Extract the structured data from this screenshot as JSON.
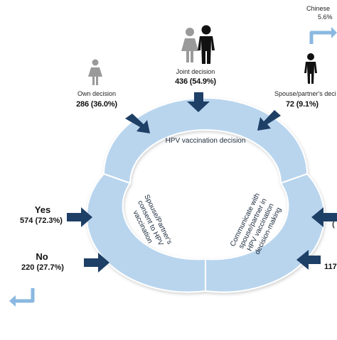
{
  "center": {
    "title": "HPV vaccination decision",
    "left_segment": [
      "Spouse/Partner's",
      "consent to HPV",
      "vaccination"
    ],
    "right_segment": [
      "Communicate with",
      "spouse/partner in",
      "HPV vaccination",
      "decision-making"
    ]
  },
  "top": {
    "own": {
      "label": "Own decision",
      "value": "286 (36.0%)"
    },
    "joint": {
      "label": "Joint decision",
      "value": "436 (54.9%)"
    },
    "spouse": {
      "label": "Spouse/partner's deci",
      "value": "72 (9.1%)"
    },
    "chinese": {
      "label": "Chinese",
      "value": "5.6%"
    }
  },
  "left": {
    "yes": {
      "label": "Yes",
      "value": "574 (72.3%)"
    },
    "no": {
      "label": "No",
      "value": "220 (27.7%)"
    }
  },
  "right": {
    "partial_top": "(",
    "partial_bottom": "117"
  },
  "colors": {
    "ring": "#b9d5ee",
    "ring_stroke": "#9fc3e4",
    "arrow": "#1e3f66",
    "callout": "#8ab8e0",
    "figure_female": "#9a9a9a",
    "figure_male": "#111111"
  }
}
